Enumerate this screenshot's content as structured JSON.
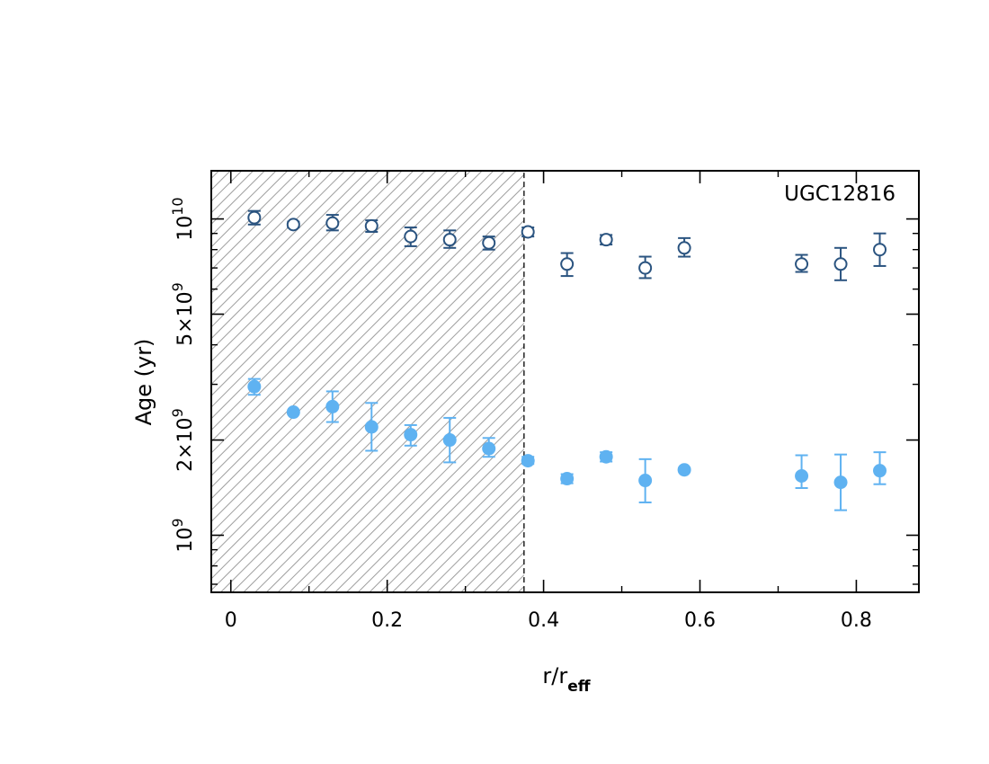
{
  "chart_data": {
    "type": "scatter",
    "annotation": "UGC12816",
    "xlabel": {
      "main": "r/r",
      "sub": "eff"
    },
    "ylabel": "Age (yr)",
    "xlim": [
      -0.025,
      0.88
    ],
    "ylim": [
      660000000.0,
      14200000000.0
    ],
    "y_scale": "log",
    "x_ticks": [
      {
        "value": 0,
        "label": "0"
      },
      {
        "value": 0.2,
        "label": "0.2"
      },
      {
        "value": 0.4,
        "label": "0.4"
      },
      {
        "value": 0.6,
        "label": "0.6"
      },
      {
        "value": 0.8,
        "label": "0.8"
      }
    ],
    "x_minor_ticks": [
      0.1,
      0.3,
      0.5,
      0.7
    ],
    "y_ticks": [
      {
        "value": 1000000000.0,
        "base": "10",
        "exp": "9",
        "prefix": ""
      },
      {
        "value": 2000000000.0,
        "base": "10",
        "exp": "9",
        "prefix": "2×"
      },
      {
        "value": 5000000000.0,
        "base": "10",
        "exp": "9",
        "prefix": "5×"
      },
      {
        "value": 10000000000.0,
        "base": "10",
        "exp": "10",
        "prefix": ""
      }
    ],
    "y_minor_ticks": [
      700000000.0,
      800000000.0,
      900000000.0,
      3000000000.0,
      4000000000.0,
      6000000000.0,
      7000000000.0,
      8000000000.0,
      9000000000.0
    ],
    "shaded_region": {
      "x_from": -0.025,
      "x_to": 0.375,
      "style": "hatched",
      "color": "#9e9e9e"
    },
    "series": [
      {
        "marker": "open-circle",
        "color": "#2b5480",
        "points": [
          {
            "x": 0.03,
            "y": 10100000000.0,
            "ylo": 9600000000.0,
            "yhi": 10600000000.0
          },
          {
            "x": 0.08,
            "y": 9600000000.0,
            "ylo": 9400000000.0,
            "yhi": 9800000000.0
          },
          {
            "x": 0.13,
            "y": 9700000000.0,
            "ylo": 9200000000.0,
            "yhi": 10300000000.0
          },
          {
            "x": 0.18,
            "y": 9500000000.0,
            "ylo": 9100000000.0,
            "yhi": 9900000000.0
          },
          {
            "x": 0.23,
            "y": 8800000000.0,
            "ylo": 8200000000.0,
            "yhi": 9400000000.0
          },
          {
            "x": 0.28,
            "y": 8600000000.0,
            "ylo": 8100000000.0,
            "yhi": 9200000000.0
          },
          {
            "x": 0.33,
            "y": 8400000000.0,
            "ylo": 8000000000.0,
            "yhi": 8800000000.0
          },
          {
            "x": 0.38,
            "y": 9100000000.0,
            "ylo": 8800000000.0,
            "yhi": 9400000000.0
          },
          {
            "x": 0.43,
            "y": 7200000000.0,
            "ylo": 6600000000.0,
            "yhi": 7800000000.0
          },
          {
            "x": 0.48,
            "y": 8600000000.0,
            "ylo": 8300000000.0,
            "yhi": 8900000000.0
          },
          {
            "x": 0.53,
            "y": 7000000000.0,
            "ylo": 6500000000.0,
            "yhi": 7600000000.0
          },
          {
            "x": 0.58,
            "y": 8100000000.0,
            "ylo": 7600000000.0,
            "yhi": 8700000000.0
          },
          {
            "x": 0.73,
            "y": 7200000000.0,
            "ylo": 6800000000.0,
            "yhi": 7700000000.0
          },
          {
            "x": 0.78,
            "y": 7200000000.0,
            "ylo": 6400000000.0,
            "yhi": 8100000000.0
          },
          {
            "x": 0.83,
            "y": 8000000000.0,
            "ylo": 7100000000.0,
            "yhi": 9000000000.0
          }
        ]
      },
      {
        "marker": "filled-circle",
        "color": "#5fb2f1",
        "points": [
          {
            "x": 0.03,
            "y": 2950000000.0,
            "ylo": 2780000000.0,
            "yhi": 3120000000.0
          },
          {
            "x": 0.08,
            "y": 2450000000.0,
            "ylo": 2450000000.0,
            "yhi": 2450000000.0
          },
          {
            "x": 0.13,
            "y": 2550000000.0,
            "ylo": 2280000000.0,
            "yhi": 2850000000.0
          },
          {
            "x": 0.18,
            "y": 2200000000.0,
            "ylo": 1850000000.0,
            "yhi": 2620000000.0
          },
          {
            "x": 0.23,
            "y": 2080000000.0,
            "ylo": 1920000000.0,
            "yhi": 2230000000.0
          },
          {
            "x": 0.28,
            "y": 2000000000.0,
            "ylo": 1700000000.0,
            "yhi": 2350000000.0
          },
          {
            "x": 0.33,
            "y": 1880000000.0,
            "ylo": 1770000000.0,
            "yhi": 2030000000.0
          },
          {
            "x": 0.38,
            "y": 1720000000.0,
            "ylo": 1680000000.0,
            "yhi": 1770000000.0
          },
          {
            "x": 0.43,
            "y": 1510000000.0,
            "ylo": 1460000000.0,
            "yhi": 1560000000.0
          },
          {
            "x": 0.48,
            "y": 1770000000.0,
            "ylo": 1710000000.0,
            "yhi": 1830000000.0
          },
          {
            "x": 0.53,
            "y": 1490000000.0,
            "ylo": 1270000000.0,
            "yhi": 1740000000.0
          },
          {
            "x": 0.58,
            "y": 1610000000.0,
            "ylo": 1610000000.0,
            "yhi": 1610000000.0
          },
          {
            "x": 0.73,
            "y": 1540000000.0,
            "ylo": 1410000000.0,
            "yhi": 1790000000.0
          },
          {
            "x": 0.78,
            "y": 1470000000.0,
            "ylo": 1200000000.0,
            "yhi": 1800000000.0
          },
          {
            "x": 0.83,
            "y": 1600000000.0,
            "ylo": 1450000000.0,
            "yhi": 1830000000.0
          }
        ]
      }
    ]
  }
}
